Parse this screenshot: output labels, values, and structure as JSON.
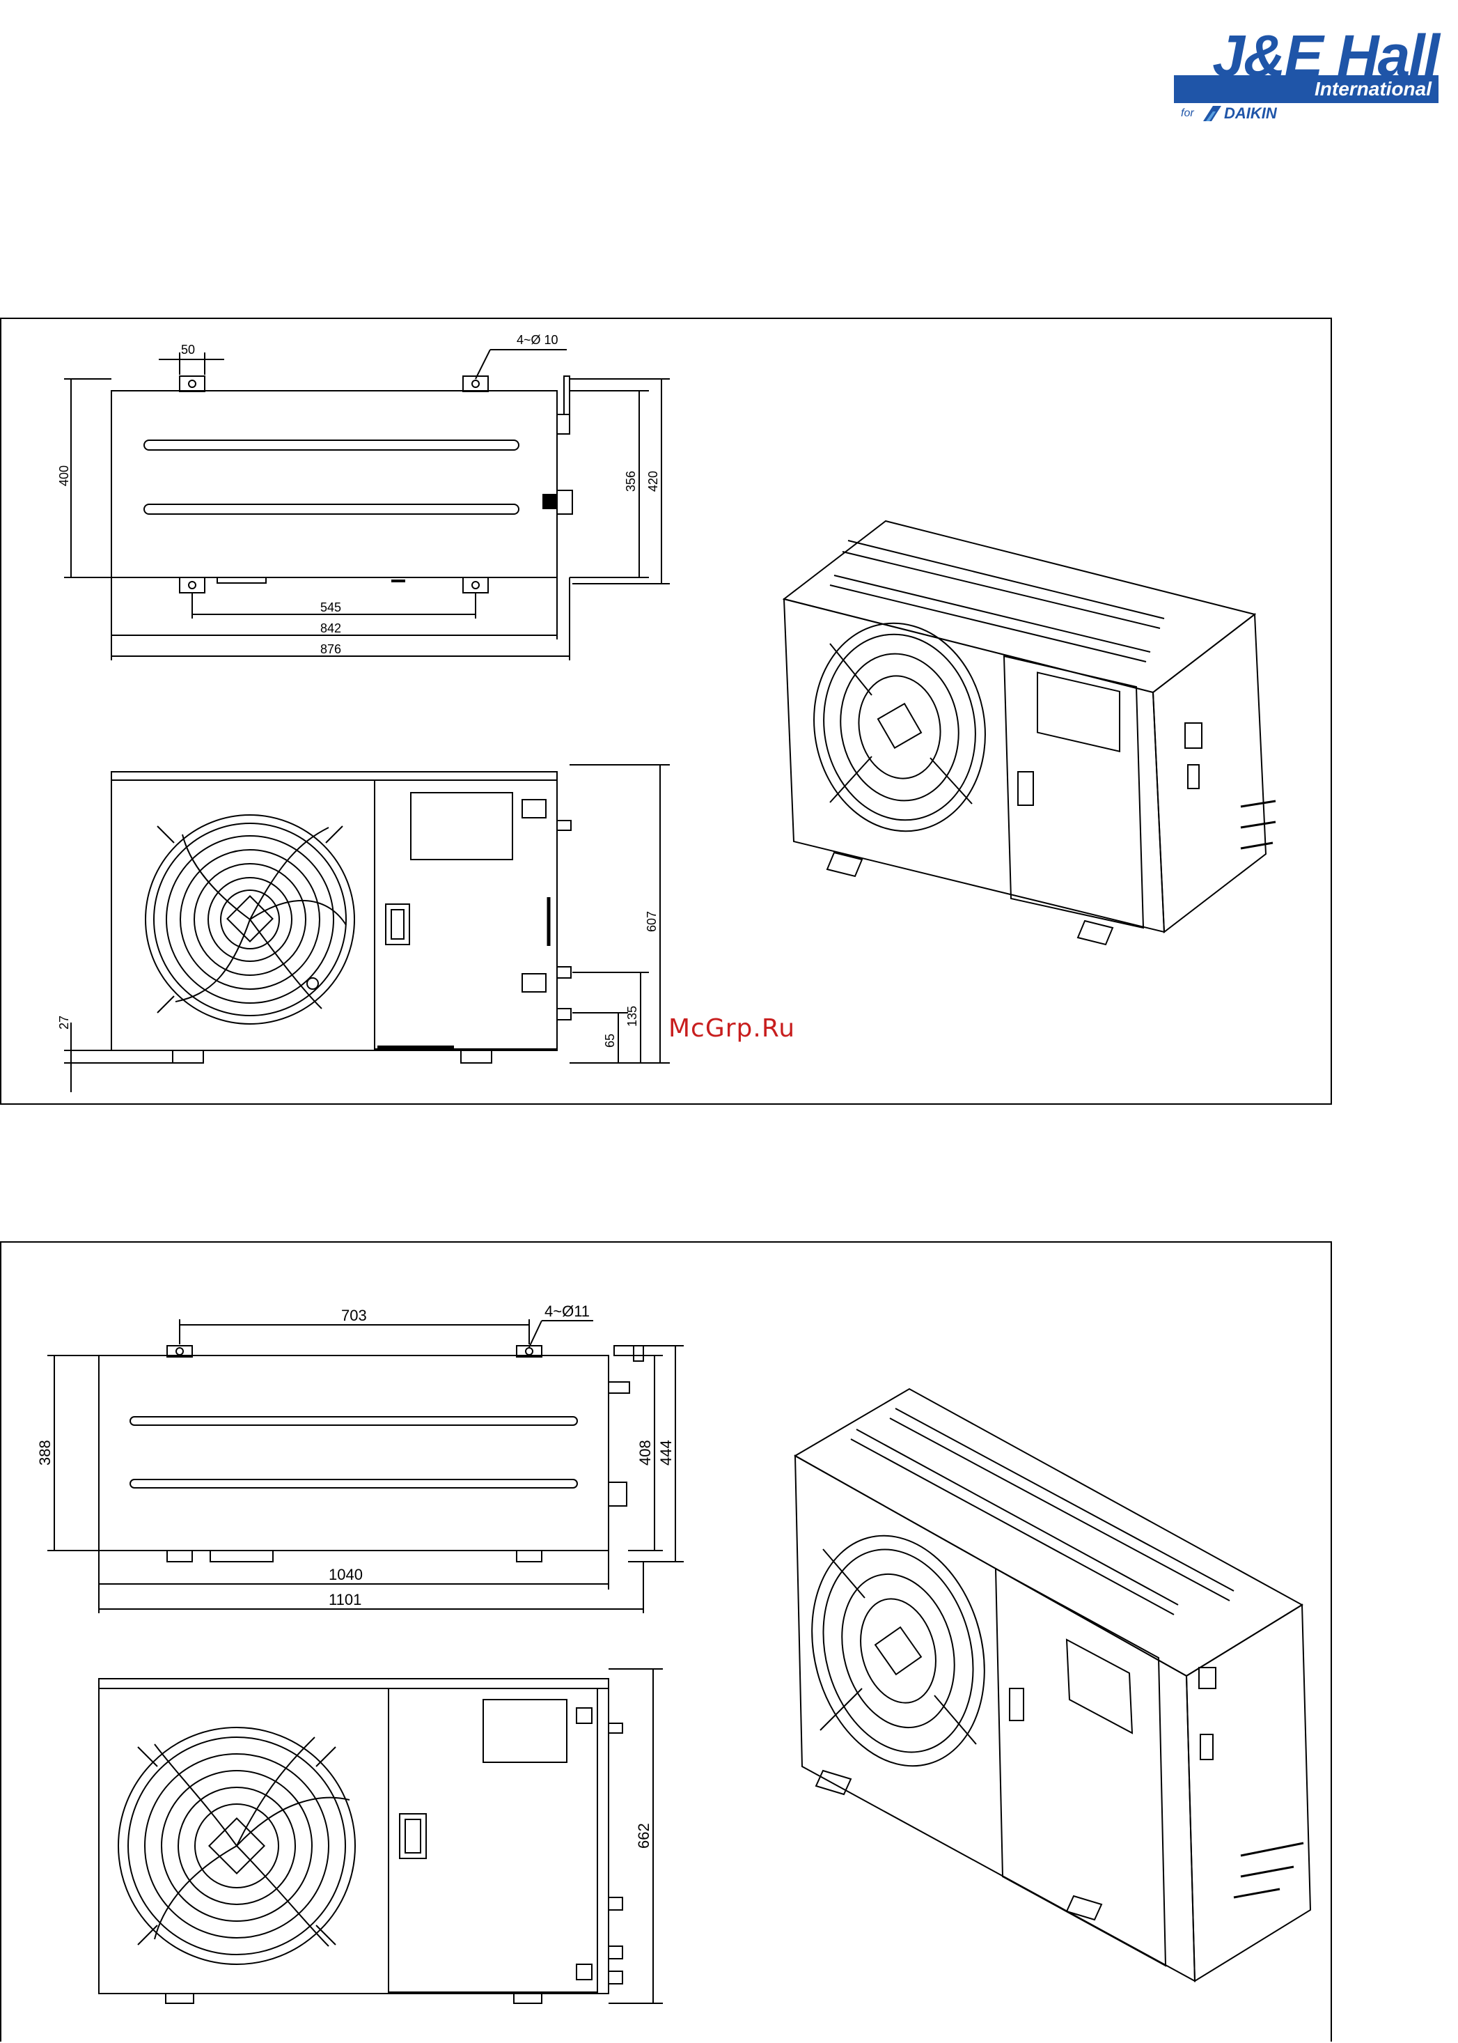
{
  "logo": {
    "title": "J&E Hall",
    "subtitle": "International",
    "for": "for",
    "partner": "DAIKIN",
    "brand_color": "#1f55a8"
  },
  "watermark": {
    "text": "McGrp.Ru",
    "color": "#c81e1e"
  },
  "drawing1": {
    "top_view": {
      "foot_width": "50",
      "holes": "4~Ø 10",
      "depth_height": "400",
      "service_depth": "356",
      "overall_depth": "420",
      "foot_spacing": "545",
      "body_width": "842",
      "overall_width": "876"
    },
    "front_view": {
      "overall_height": "607",
      "foot_height": "27",
      "lower_valve_height": "65",
      "upper_valve_height": "135"
    }
  },
  "drawing2": {
    "top_view": {
      "foot_spacing": "703",
      "holes": "4~Ø11",
      "depth_height": "388",
      "service_depth": "408",
      "overall_depth": "444",
      "body_width": "1040",
      "overall_width": "1101"
    },
    "front_view": {
      "overall_height": "662"
    }
  }
}
